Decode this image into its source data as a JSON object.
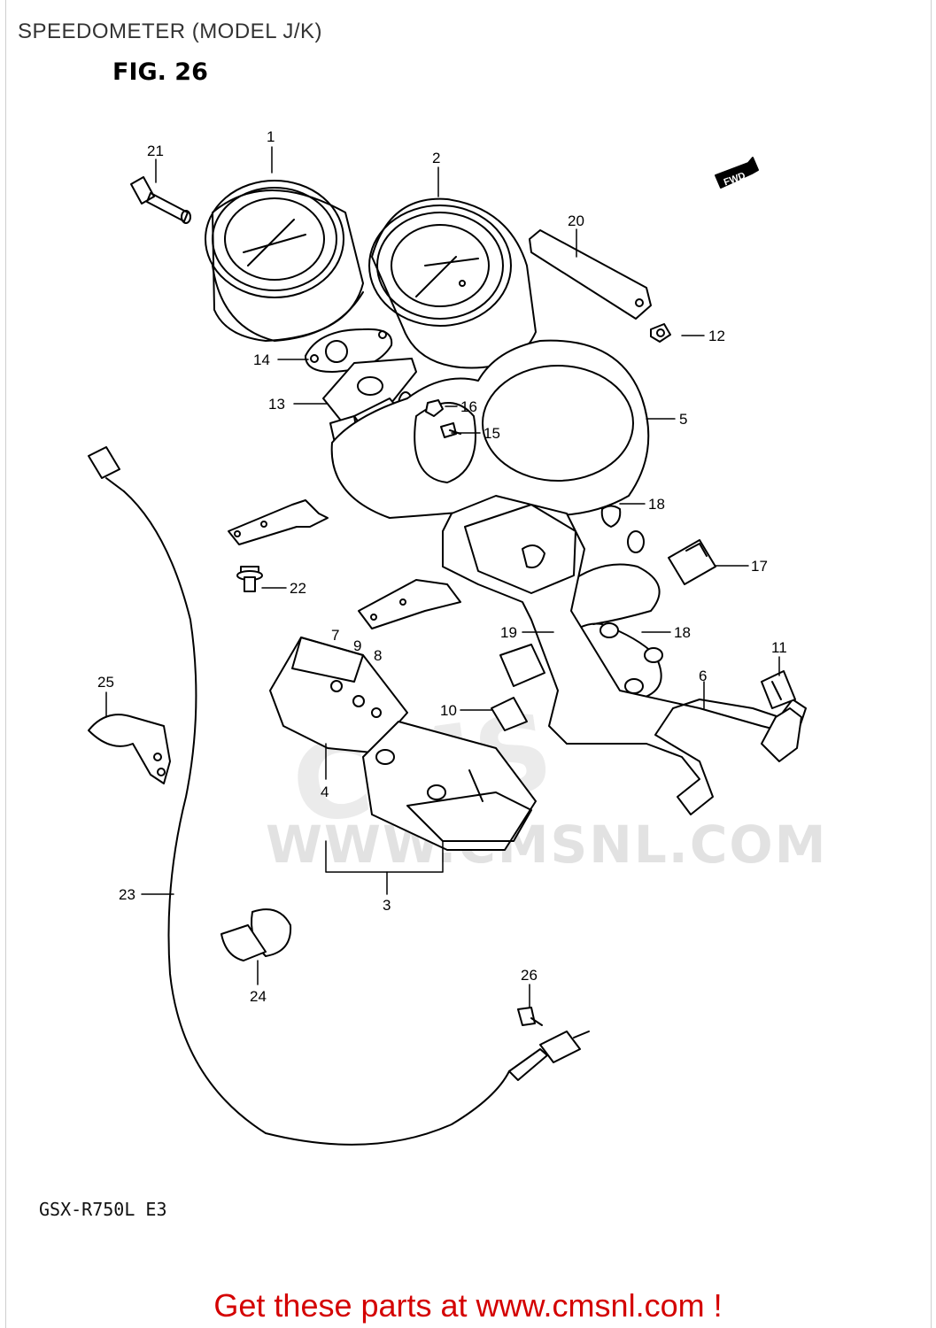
{
  "header": {
    "title": "SPEEDOMETER (MODEL J/K)",
    "figure": "FIG. 26"
  },
  "footer": {
    "model_code": "GSX-R750L E3",
    "link_text": "Get these parts at www.cmsnl.com !"
  },
  "watermark": {
    "logo": "CMS",
    "url": "WWW.CMSNL.COM"
  },
  "direction_marker": "FWD",
  "callouts": [
    {
      "id": "callout-1",
      "label": "1"
    },
    {
      "id": "callout-2",
      "label": "2"
    },
    {
      "id": "callout-3",
      "label": "3"
    },
    {
      "id": "callout-4",
      "label": "4"
    },
    {
      "id": "callout-5",
      "label": "5"
    },
    {
      "id": "callout-6",
      "label": "6"
    },
    {
      "id": "callout-7",
      "label": "7"
    },
    {
      "id": "callout-8",
      "label": "8"
    },
    {
      "id": "callout-9",
      "label": "9"
    },
    {
      "id": "callout-10",
      "label": "10"
    },
    {
      "id": "callout-11",
      "label": "11"
    },
    {
      "id": "callout-12",
      "label": "12"
    },
    {
      "id": "callout-13",
      "label": "13"
    },
    {
      "id": "callout-14",
      "label": "14"
    },
    {
      "id": "callout-15",
      "label": "15"
    },
    {
      "id": "callout-16",
      "label": "16"
    },
    {
      "id": "callout-17",
      "label": "17"
    },
    {
      "id": "callout-18a",
      "label": "18"
    },
    {
      "id": "callout-18b",
      "label": "18"
    },
    {
      "id": "callout-19",
      "label": "19"
    },
    {
      "id": "callout-20",
      "label": "20"
    },
    {
      "id": "callout-21",
      "label": "21"
    },
    {
      "id": "callout-22",
      "label": "22"
    },
    {
      "id": "callout-23",
      "label": "23"
    },
    {
      "id": "callout-24",
      "label": "24"
    },
    {
      "id": "callout-25",
      "label": "25"
    },
    {
      "id": "callout-26",
      "label": "26"
    }
  ],
  "colors": {
    "line": "#000000",
    "cta": "#d40000",
    "watermark": "#e2e2e2"
  }
}
